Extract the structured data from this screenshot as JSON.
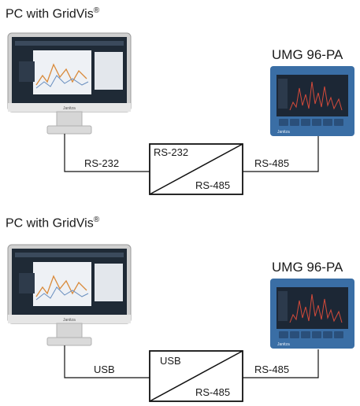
{
  "panels": [
    {
      "title": "PC with GridVis",
      "title_mark": "®",
      "device": "UMG 96-PA",
      "converter_in": "RS-232",
      "converter_out": "RS-485",
      "wire_left": "RS-232",
      "wire_right": "RS-485",
      "monitor_brand": "Janitza",
      "meter_brand": "Janitza"
    },
    {
      "title": "PC with GridVis",
      "title_mark": "®",
      "device": "UMG 96-PA",
      "converter_in": "USB",
      "converter_out": "RS-485",
      "wire_left": "USB",
      "wire_right": "RS-485",
      "monitor_brand": "Janitza",
      "meter_brand": "Janitza"
    }
  ],
  "colors": {
    "wire": "#111111",
    "meter_blue": "#3a6ea5",
    "screen_dark": "#1f2a36",
    "monitor_silver": "#d8d8d8"
  }
}
